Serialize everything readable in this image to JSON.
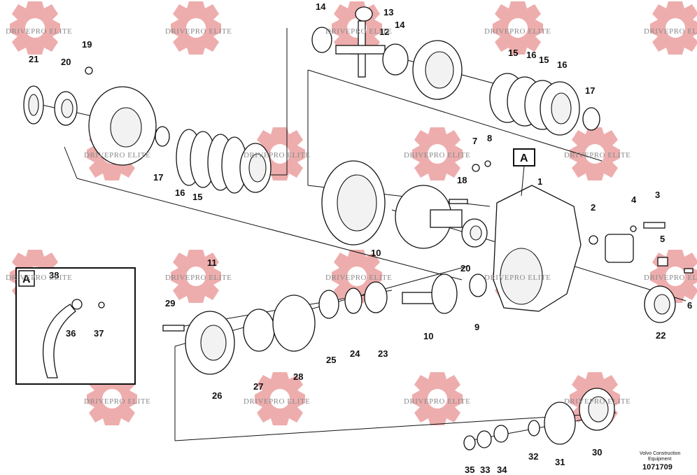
{
  "watermark": {
    "text": "DRIVEPRO ELITE",
    "color": "#e06a6a"
  },
  "callouts": [
    "1",
    "2",
    "3",
    "4",
    "5",
    "6",
    "7",
    "8",
    "9",
    "10",
    "10",
    "11",
    "12",
    "13",
    "14",
    "14",
    "15",
    "15",
    "15",
    "16",
    "16",
    "16",
    "17",
    "17",
    "18",
    "19",
    "20",
    "20",
    "21",
    "22",
    "23",
    "24",
    "25",
    "26",
    "27",
    "28",
    "29",
    "30",
    "31",
    "32",
    "33",
    "34",
    "35",
    "36",
    "37",
    "38"
  ],
  "detail": {
    "view_letter": "A",
    "inset_letter": "A"
  },
  "footer": {
    "brand_line1": "Volvo Construction",
    "brand_line2": "Equipment",
    "doc_number": "1071709"
  },
  "icons": [
    "gear-watermark-icon"
  ]
}
